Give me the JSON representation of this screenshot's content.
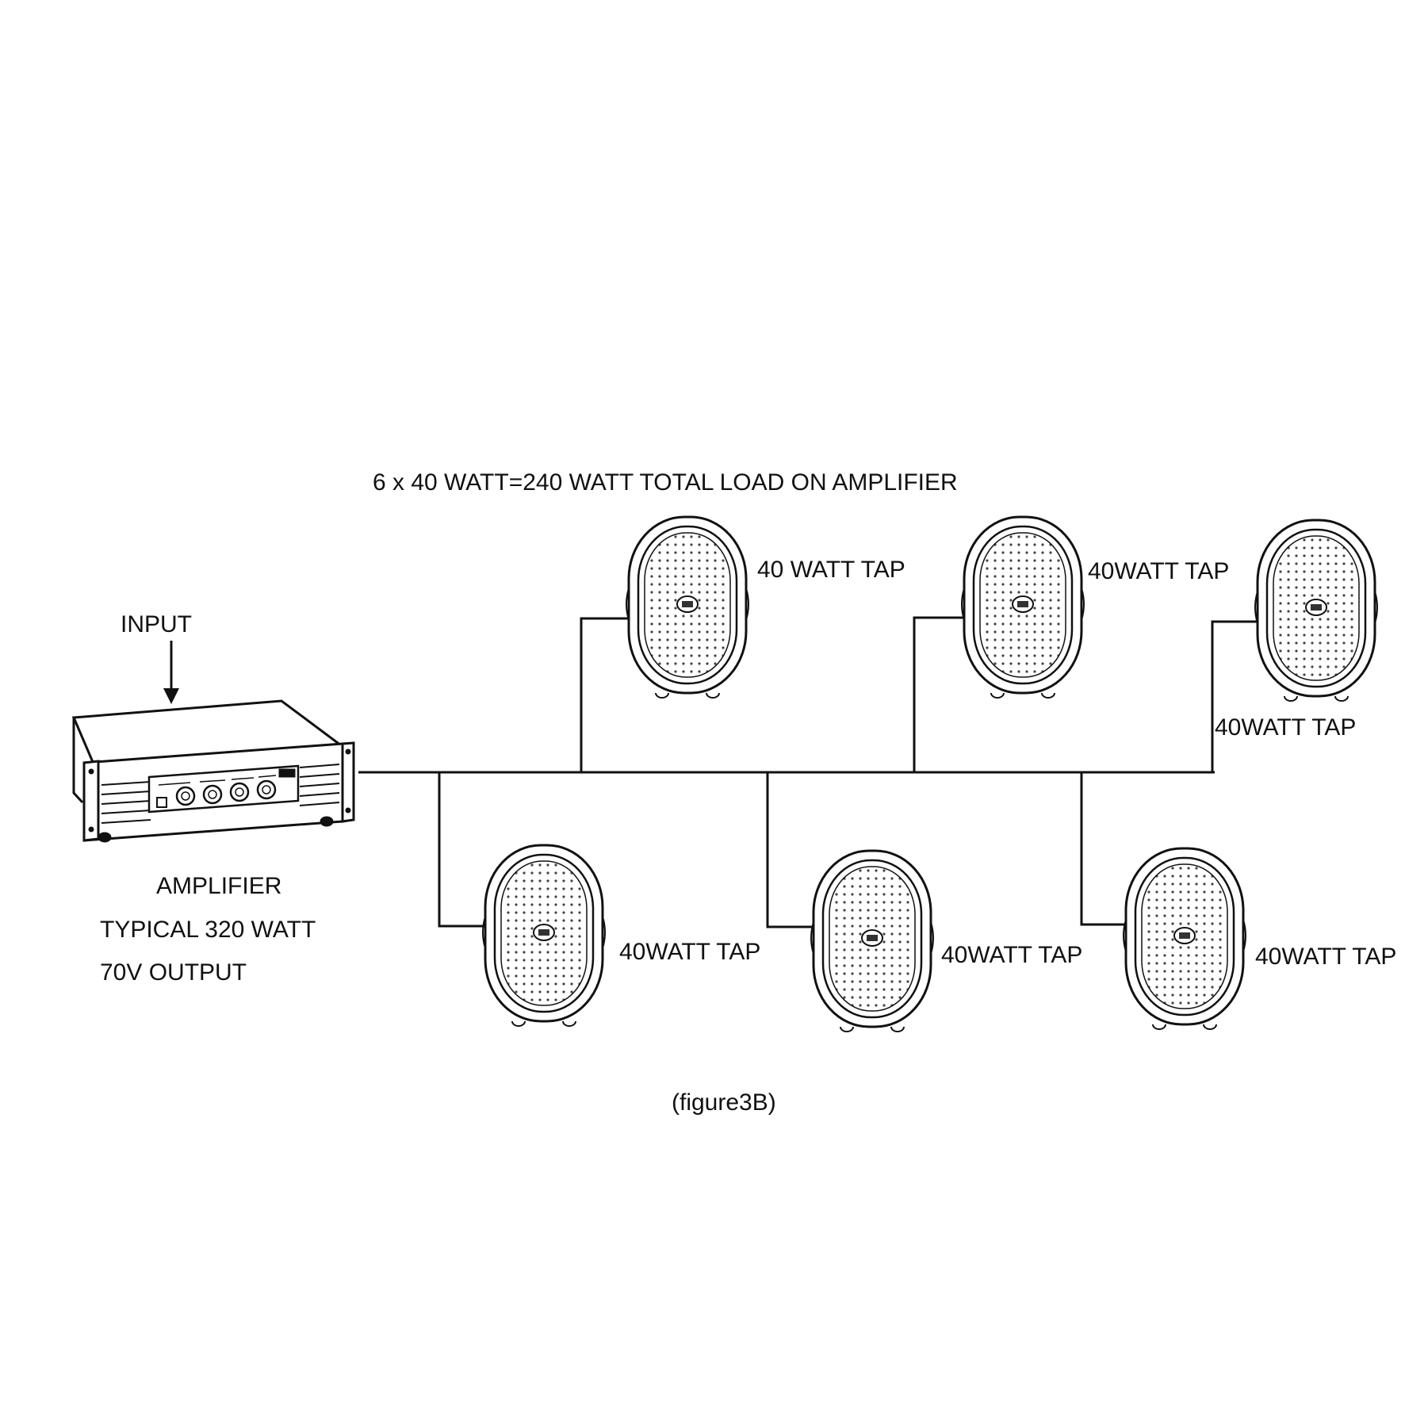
{
  "diagram": {
    "title": "6 x 40 WATT=240 WATT TOTAL LOAD ON AMPLIFIER",
    "caption": "(figure3B)",
    "input_label": "INPUT",
    "amplifier": {
      "label": "AMPLIFIER",
      "spec": "TYPICAL 320 WATT",
      "output": "70V OUTPUT"
    },
    "speakers_top": [
      {
        "tap": "40 WATT TAP"
      },
      {
        "tap": "40WATT TAP"
      },
      {
        "tap": "40WATT TAP"
      }
    ],
    "speakers_bottom": [
      {
        "tap": "40WATT TAP"
      },
      {
        "tap": "40WATT TAP"
      },
      {
        "tap": "40WATT TAP"
      }
    ],
    "line_color": "#111111"
  }
}
